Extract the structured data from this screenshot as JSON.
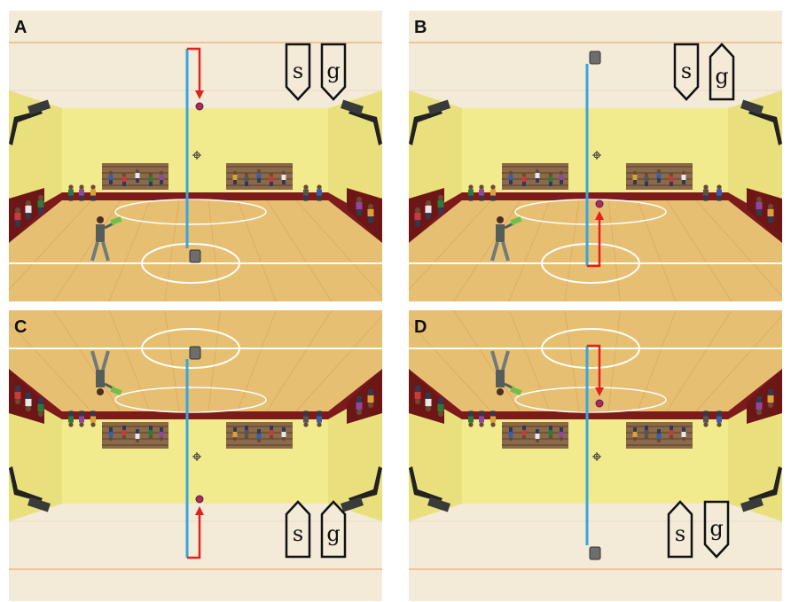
{
  "panels": [
    {
      "label": "A",
      "arrow": "down",
      "s_shape": "down",
      "g_shape": "down"
    },
    {
      "label": "B",
      "arrow": "up",
      "s_shape": "down",
      "g_shape": "up"
    },
    {
      "label": "C",
      "arrow": "up",
      "s_shape": "up",
      "g_shape": "up"
    },
    {
      "label": "D",
      "arrow": "down",
      "s_shape": "up",
      "g_shape": "down"
    }
  ],
  "symbols": {
    "s": "s",
    "g": "g"
  },
  "colors": {
    "floor": "#e7bf72",
    "walls": "#f2eb8e",
    "ceiling": "#f3ead8",
    "bleachers": "#7d1b1b",
    "pole": "#35a7dc",
    "arrow": "#e3201b",
    "ball": "#c0263c",
    "court_lines": "#ffffff"
  }
}
